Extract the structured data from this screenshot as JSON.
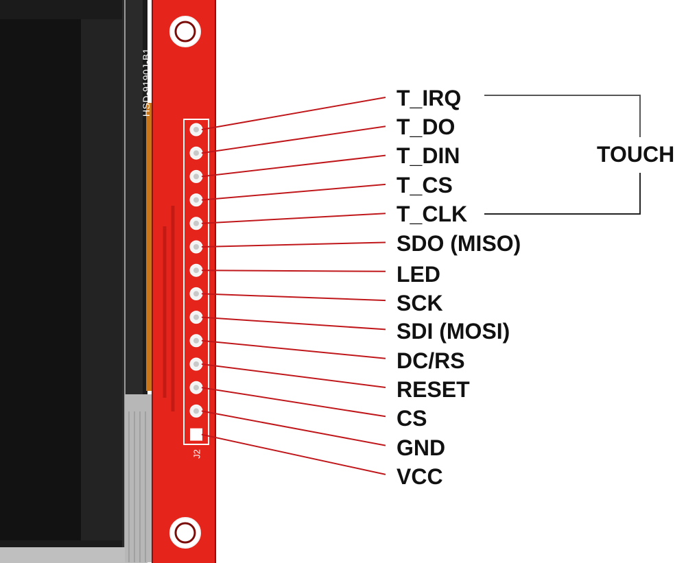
{
  "board": {
    "model_marking": "HSD-9190J-B1",
    "connector_marking": "J2",
    "pcb_color": "#e5251c",
    "screen_color": "#121212",
    "leader_color": "#c0171b"
  },
  "pins": [
    {
      "label": "T_IRQ"
    },
    {
      "label": "T_DO"
    },
    {
      "label": "T_DIN"
    },
    {
      "label": "T_CS"
    },
    {
      "label": "T_CLK"
    },
    {
      "label": "SDO (MISO)"
    },
    {
      "label": "LED"
    },
    {
      "label": "SCK"
    },
    {
      "label": "SDI (MOSI)"
    },
    {
      "label": "DC/RS"
    },
    {
      "label": "RESET"
    },
    {
      "label": "CS"
    },
    {
      "label": "GND"
    },
    {
      "label": "VCC"
    }
  ],
  "touch_group": {
    "label": "TOUCH"
  }
}
